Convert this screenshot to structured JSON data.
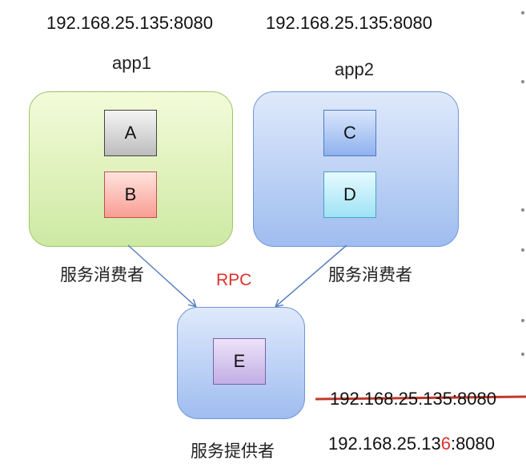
{
  "ip_app1": "192.168.25.135:8080",
  "ip_app2": "192.168.25.135:8080",
  "app1_label": "app1",
  "app2_label": "app2",
  "nodes": {
    "a": "A",
    "b": "B",
    "c": "C",
    "d": "D",
    "e": "E"
  },
  "consumer_left": "服务消费者",
  "consumer_right": "服务消费者",
  "rpc_label": "RPC",
  "provider_label": "服务提供者",
  "old_provider_ip": "192.168.25.135:8080",
  "new_provider_ip_prefix": "192.168.25.13",
  "new_provider_ip_changed": "6",
  "new_provider_ip_suffix": ":8080",
  "colors": {
    "rpc": "#e0312b",
    "strike": "#c0392b"
  }
}
